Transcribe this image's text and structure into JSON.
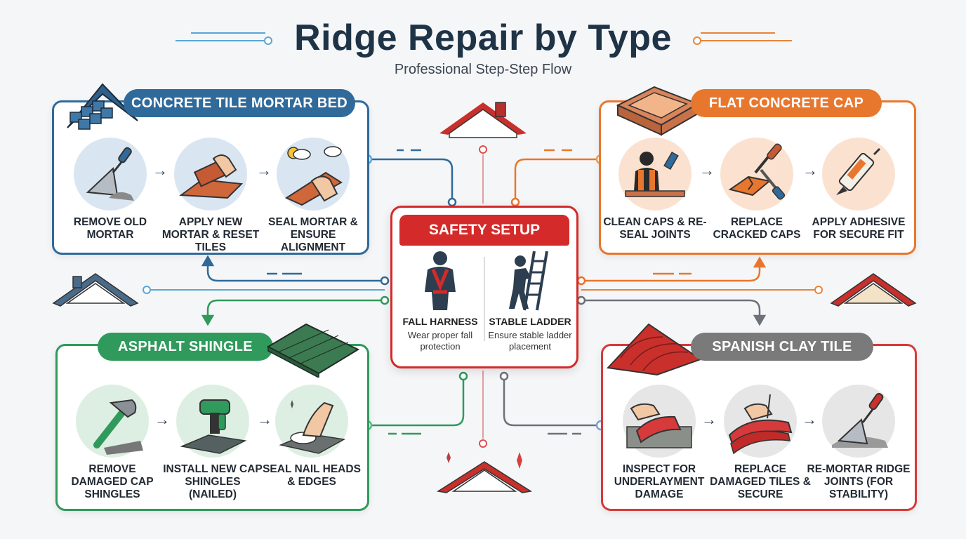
{
  "header": {
    "title": "Ridge Repair by Type",
    "subtitle": "Professional Step-Step Flow"
  },
  "colors": {
    "concrete_tile": "#2f6a9a",
    "flat_cap": "#e8772e",
    "asphalt": "#2f9a5c",
    "spanish": "#7a7a7a",
    "spanish_border": "#d63a3a",
    "safety": "#d42a2a"
  },
  "panels": {
    "concrete_tile": {
      "title": "CONCRETE TILE MORTAR BED",
      "steps": [
        {
          "icon": "trowel-icon",
          "label": "REMOVE OLD MORTAR"
        },
        {
          "icon": "tile-reset-icon",
          "label": "APPLY NEW MORTAR & RESET TILES"
        },
        {
          "icon": "weather-seal-icon",
          "label": "SEAL MORTAR & ENSURE ALIGNMENT"
        }
      ]
    },
    "flat_cap": {
      "title": "FLAT CONCRETE CAP",
      "steps": [
        {
          "icon": "worker-brush-icon",
          "label": "CLEAN CAPS & RE-SEAL JOINTS"
        },
        {
          "icon": "chisel-icon",
          "label": "REPLACE CRACKED CAPS"
        },
        {
          "icon": "adhesive-tube-icon",
          "label": "APPLY ADHESIVE FOR SECURE FIT"
        }
      ]
    },
    "asphalt": {
      "title": "ASPHALT SHINGLE",
      "steps": [
        {
          "icon": "hammer-icon",
          "label": "REMOVE DAMAGED CAP SHINGLES"
        },
        {
          "icon": "nail-gun-icon",
          "label": "INSTALL NEW CAP SHINGLES (NAILED)"
        },
        {
          "icon": "sealing-hand-icon",
          "label": "SEAL NAIL HEADS & EDGES"
        }
      ]
    },
    "spanish": {
      "title": "SPANISH CLAY TILE",
      "steps": [
        {
          "icon": "inspect-hand-icon",
          "label": "INSPECT FOR UNDERLAYMENT DAMAGE"
        },
        {
          "icon": "clay-tile-icon",
          "label": "REPLACE DAMAGED TILES & SECURE"
        },
        {
          "icon": "trowel-icon",
          "label": "RE-MORTAR RIDGE JOINTS (FOR STABILITY)"
        }
      ]
    }
  },
  "safety": {
    "title": "SAFETY SETUP",
    "items": [
      {
        "icon": "harness-icon",
        "name": "FALL HARNESS",
        "desc": "Wear proper fall protection"
      },
      {
        "icon": "ladder-icon",
        "name": "STABLE LADDER",
        "desc": "Ensure stable ladder placement"
      }
    ]
  }
}
